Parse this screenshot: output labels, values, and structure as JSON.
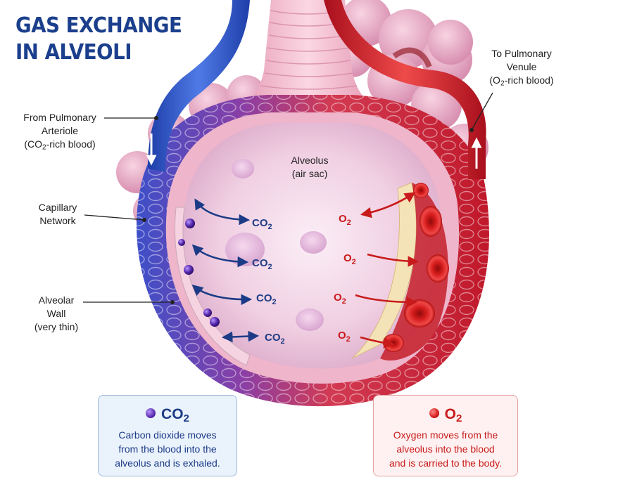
{
  "title": {
    "line1": "GAS EXCHANGE",
    "line2": "IN ALVEOLI"
  },
  "callouts": {
    "arteriole": {
      "line1": "From Pulmonary",
      "line2": "Arteriole",
      "line3_pre": "(CO",
      "line3_sub": "2",
      "line3_post": "-rich blood)"
    },
    "venule": {
      "line1": "To Pulmonary",
      "line2": "Venule",
      "line3_pre": "(O",
      "line3_sub": "2",
      "line3_post": "-rich blood)"
    },
    "capillary": {
      "line1": "Capillary",
      "line2": "Network"
    },
    "wall": {
      "line1": "Alveolar",
      "line2": "Wall",
      "line3": "(very thin)"
    },
    "alveolus": {
      "line1": "Alveolus",
      "line2": "(air sac)"
    }
  },
  "molecules": {
    "co2": {
      "base": "CO",
      "sub": "2"
    },
    "o2": {
      "base": "O",
      "sub": "2"
    }
  },
  "legend": {
    "co2": {
      "lines": [
        "Carbon dioxide moves",
        "from the blood into the",
        "alveolus and is exhaled."
      ]
    },
    "o2": {
      "lines": [
        "Oxygen moves from the",
        "alveolus into the blood",
        "and is carried to the body."
      ]
    }
  },
  "colors": {
    "co2_blue": "#1c3b86",
    "o2_red": "#c81a1a",
    "deoxygenated_vessel": "#2e5fd0",
    "oxygenated_vessel": "#d42424",
    "tissue_pink": "#f2c4d6"
  }
}
